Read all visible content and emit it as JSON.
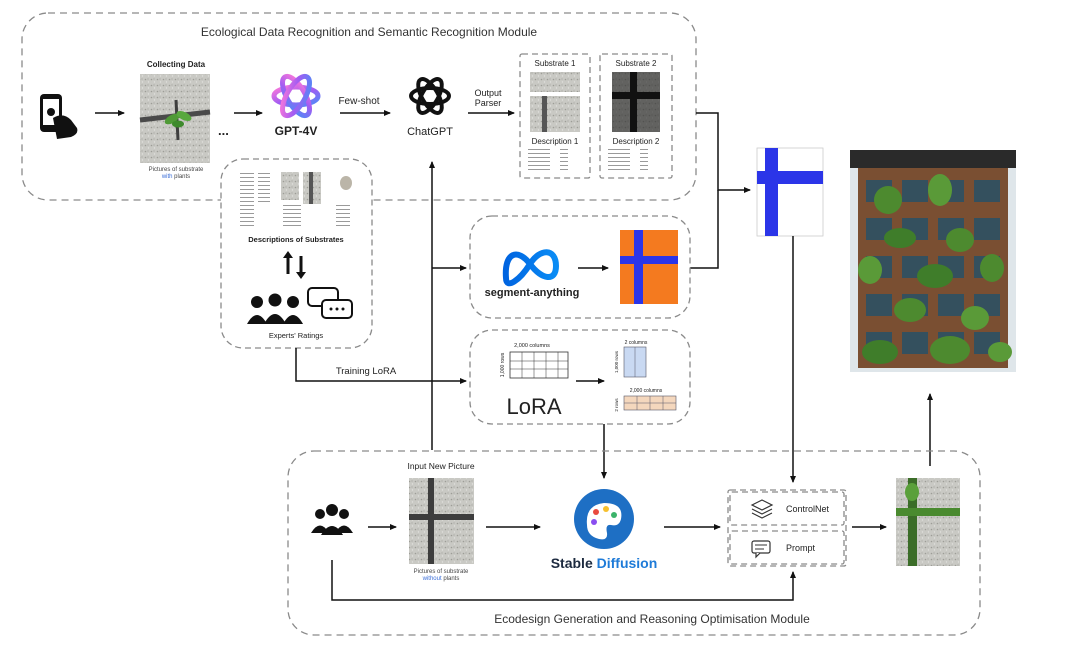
{
  "module_top": {
    "title": "Ecological Data Recognition and Semantic Recognition Module"
  },
  "module_bottom": {
    "title": "Ecodesign Generation and Reasoning Optimisation Module"
  },
  "collecting": {
    "title": "Collecting Data",
    "caption_line1": "Pictures of substrate",
    "caption_line2_blue": "with",
    "caption_line2_rest": " plants",
    "ellipsis": "..."
  },
  "gpt": {
    "label": "GPT-4V"
  },
  "few_shot": {
    "label": "Few-shot"
  },
  "chatgpt": {
    "label": "ChatGPT"
  },
  "output_parser": {
    "line1": "Output",
    "line2": "Parser"
  },
  "substrates": [
    {
      "title": "Substrate 1",
      "desc": "Description 1"
    },
    {
      "title": "Substrate 2",
      "desc": "Description 2"
    }
  ],
  "descriptions": {
    "title": "Descriptions of Substrates"
  },
  "experts": {
    "title": "Experts' Ratings"
  },
  "sam": {
    "label": "segment-anything"
  },
  "training_lora": {
    "label": "Training LoRA"
  },
  "lora": {
    "label": "LoRA",
    "matrix_top": "2,000 columns",
    "matrix_side": "1,000 rows",
    "a_top": "2 columns",
    "a_side": "1,000 rows",
    "b_top": "2,000 columns",
    "b_side": "2 rows"
  },
  "input_new": {
    "title": "Input New Picture",
    "caption_line1": "Pictures of substrate",
    "caption_line2_blue": "without",
    "caption_line2_rest": " plants"
  },
  "stable_diffusion": {
    "word1": "Stable",
    "word2": "Diffusion"
  },
  "controlnet": {
    "label": "ControlNet"
  },
  "prompt": {
    "label": "Prompt"
  },
  "colors": {
    "meta_blue": "#0668e1",
    "sam_orange": "#f47a1f",
    "mask_blue": "#2b35e8",
    "gpt_purple": "#8a4df0",
    "sd_blue": "#1e7bd8"
  }
}
